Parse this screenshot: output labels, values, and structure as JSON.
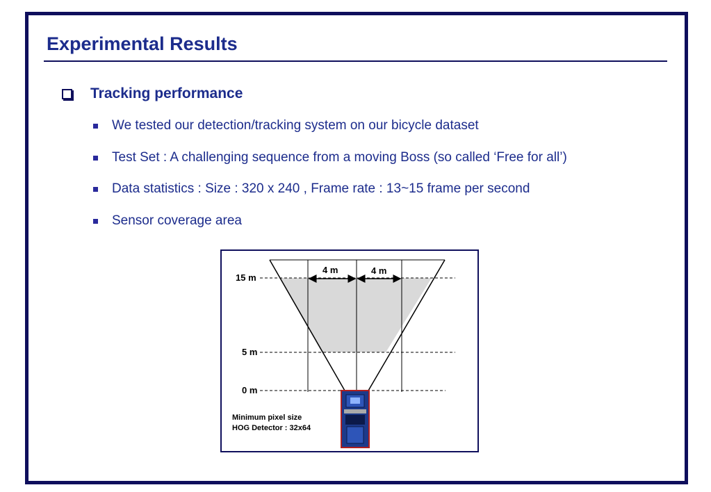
{
  "slide": {
    "title": "Experimental Results",
    "section_heading": "Tracking performance",
    "bullets": [
      "We tested our detection/tracking system on our bicycle dataset",
      "Test Set : A challenging sequence from a moving Boss (so called ‘Free for all’)",
      "Data statistics : Size : 320 x 240 ,   Frame rate :  13~15 frame per second",
      "Sensor coverage area"
    ]
  },
  "figure": {
    "width_label_left": "4 m",
    "width_label_right": "4 m",
    "distance_far": "15 m",
    "distance_mid": "5 m",
    "distance_zero": "0 m",
    "note_line1": "Minimum pixel size",
    "note_line2": "HOG Detector : 32x64"
  },
  "colors": {
    "frame": "#0f0f5c",
    "title": "#1c2c8c",
    "coverage_fill": "#d9d9d9",
    "vehicle_body": "#1d3a8a",
    "vehicle_outline": "#b02020"
  }
}
